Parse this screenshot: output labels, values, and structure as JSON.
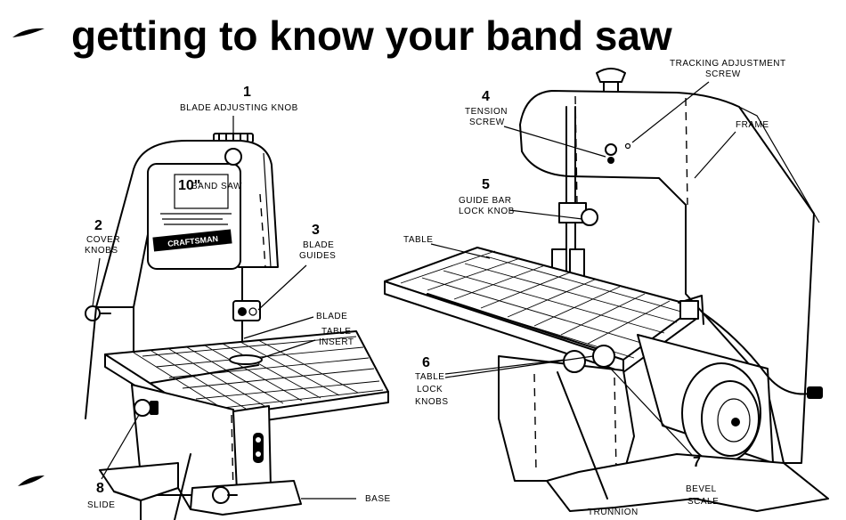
{
  "heading": {
    "title": "getting to know your band saw"
  },
  "left_saw": {
    "callouts": [
      {
        "number": "1",
        "label": "BLADE ADJUSTING KNOB"
      },
      {
        "number": "2",
        "label_lines": [
          "COVER",
          "KNOBS"
        ]
      },
      {
        "number": "3",
        "label_lines": [
          "BLADE",
          "GUIDES"
        ]
      },
      {
        "number": "8",
        "label": "SLIDE"
      }
    ],
    "labels": {
      "blade": "BLADE",
      "table_insert_lines": [
        "TABLE",
        "INSERT"
      ],
      "base": "BASE"
    },
    "plate_lines": [
      "10\"",
      "BAND SAW"
    ],
    "brand_text": "CRAFTSMAN"
  },
  "right_saw": {
    "callouts": [
      {
        "number": "4",
        "label_lines": [
          "TENSION",
          "SCREW"
        ]
      },
      {
        "number": "5",
        "label_lines": [
          "GUIDE BAR",
          "LOCK KNOB"
        ]
      },
      {
        "number": "6",
        "label_lines": [
          "TABLE",
          "LOCK",
          "KNOBS"
        ]
      },
      {
        "number": "7",
        "label_lines": [
          "BEVEL",
          "SCALE"
        ]
      }
    ],
    "labels": {
      "tracking_lines": [
        "TRACKING ADJUSTMENT",
        "SCREW"
      ],
      "frame": "FRAME",
      "table": "TABLE",
      "trunnion": "TRUNNION"
    }
  },
  "colors": {
    "ink": "#000000",
    "paper": "#ffffff"
  }
}
